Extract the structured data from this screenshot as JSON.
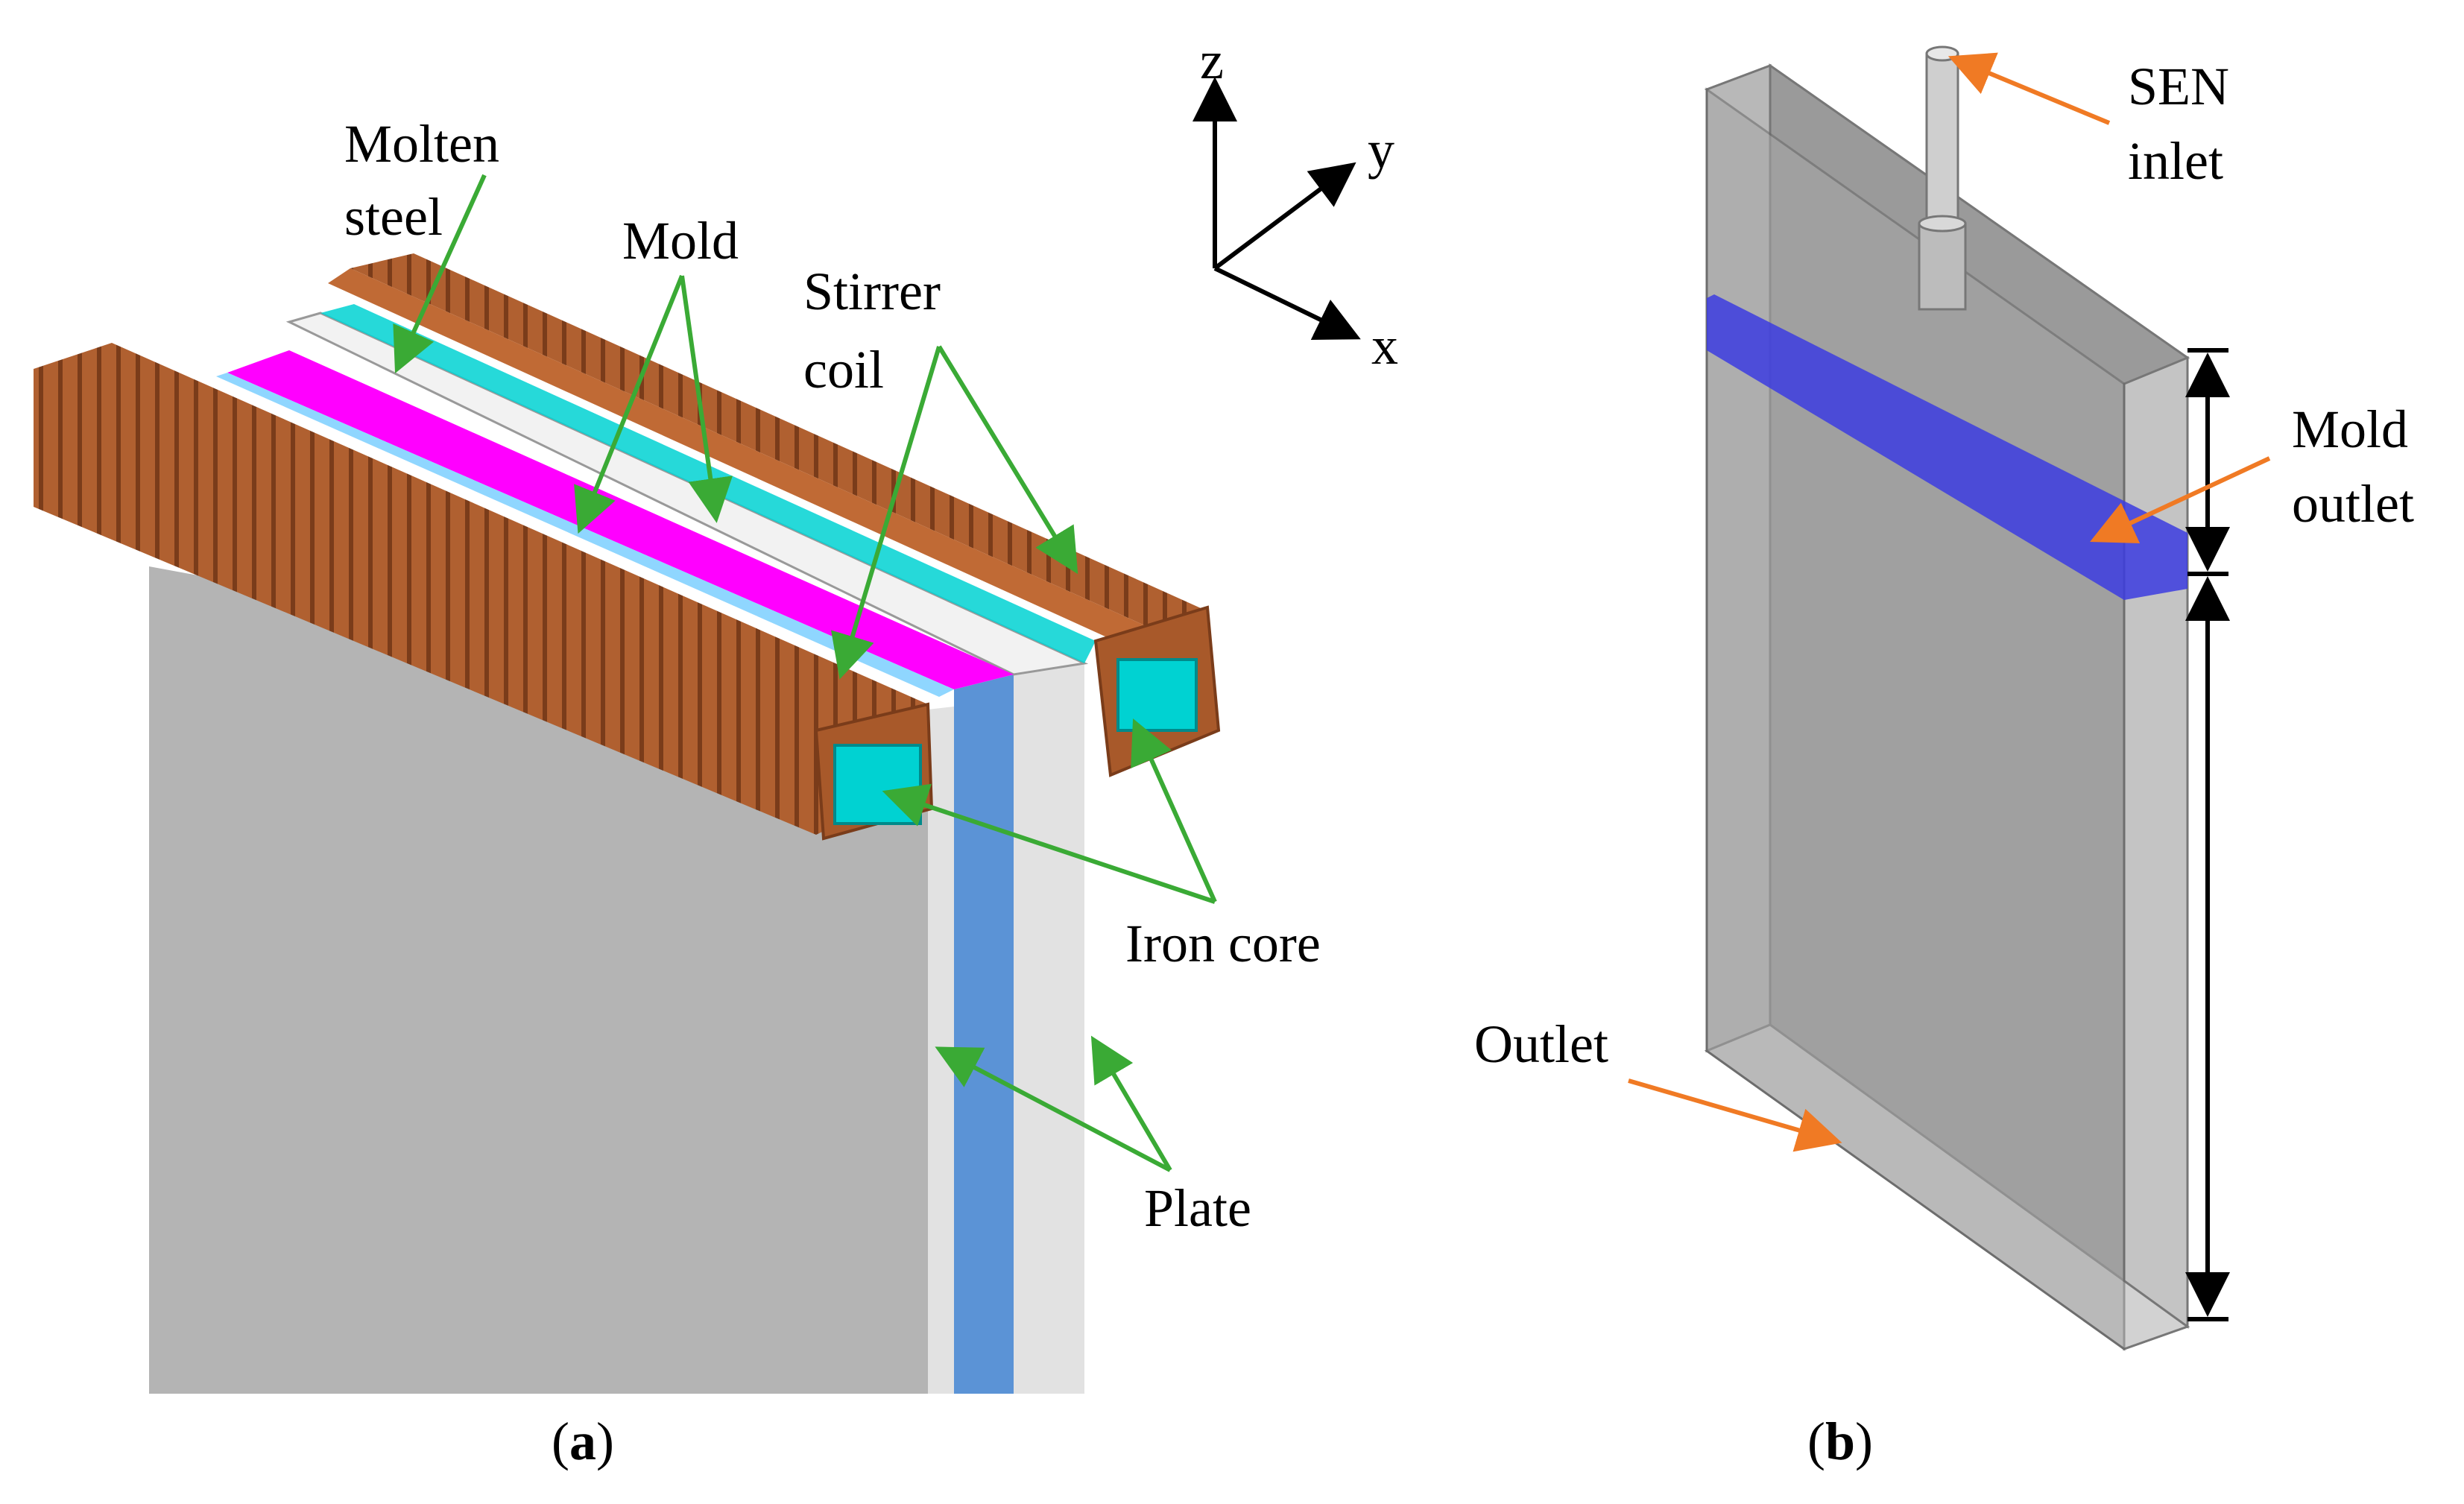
{
  "panel_a": {
    "labels": {
      "molten_steel_1": "Molten",
      "molten_steel_2": "steel",
      "mold": "Mold",
      "stirrer_coil_1": "Stirrer",
      "stirrer_coil_2": "coil",
      "iron_core": "Iron core",
      "plate": "Plate"
    },
    "axes": {
      "z": "z",
      "y": "y",
      "x": "x"
    },
    "caption_open": "(",
    "caption_letter": "a",
    "caption_close": ")"
  },
  "panel_b": {
    "labels": {
      "sen_inlet_1": "SEN",
      "sen_inlet_2": "inlet",
      "mold_outlet_1": "Mold",
      "mold_outlet_2": "outlet",
      "outlet": "Outlet"
    },
    "caption_open": "(",
    "caption_letter": "b",
    "caption_close": ")"
  },
  "colors": {
    "coil": "#a8592a",
    "coil_dark": "#7a3c1a",
    "iron_core": "#00d2d2",
    "molten_steel": "#ff00ff",
    "plate_front": "#b4b4b4",
    "plate_light": "#e2e2e2",
    "mold_blue": "#5b93d6",
    "green_arrow": "#3aaa35",
    "orange_arrow": "#f07a24",
    "outlet_band": "#3c3ce0"
  }
}
